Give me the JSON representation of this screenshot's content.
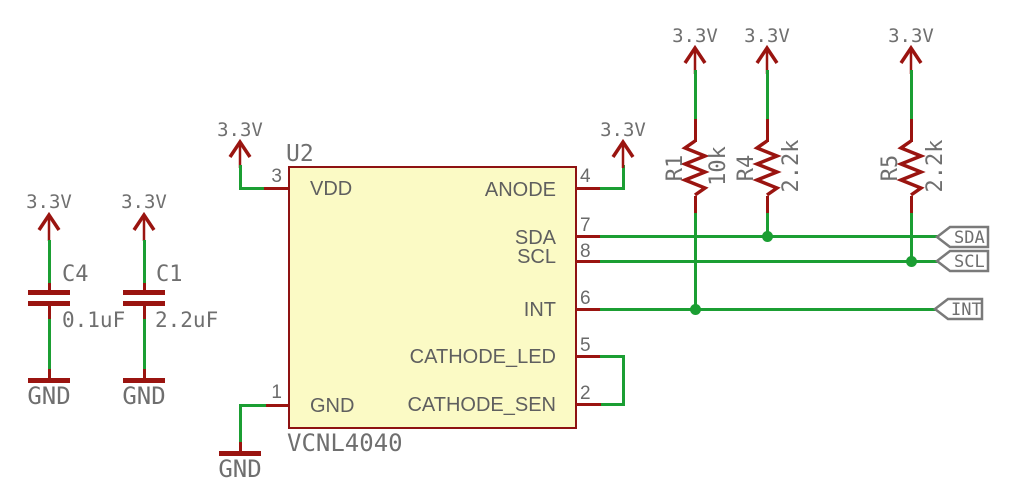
{
  "labels": {
    "v33": "3.3V",
    "gnd": "GND"
  },
  "capacitors": [
    {
      "ref": "C4",
      "value": "0.1uF"
    },
    {
      "ref": "C1",
      "value": "2.2uF"
    }
  ],
  "ic": {
    "ref": "U2",
    "part": "VCNL4040",
    "left_pins": [
      {
        "num": "3",
        "name": "VDD"
      },
      {
        "num": "1",
        "name": "GND"
      }
    ],
    "right_pins": [
      {
        "num": "4",
        "name": "ANODE"
      },
      {
        "num": "7",
        "name": "SDA"
      },
      {
        "num": "8",
        "name": "SCL"
      },
      {
        "num": "6",
        "name": "INT"
      },
      {
        "num": "5",
        "name": "CATHODE_LED"
      },
      {
        "num": "2",
        "name": "CATHODE_SEN"
      }
    ]
  },
  "resistors": [
    {
      "ref": "R1",
      "value": "10k",
      "pullup_net": "INT"
    },
    {
      "ref": "R4",
      "value": "2.2k",
      "pullup_net": "SDA"
    },
    {
      "ref": "R5",
      "value": "2.2k",
      "pullup_net": "SCL"
    }
  ],
  "net_flags": [
    {
      "label": "SDA"
    },
    {
      "label": "SCL"
    },
    {
      "label": "INT"
    }
  ],
  "colors": {
    "wire_green": "#1b9e33",
    "component_red": "#9a1410",
    "ic_fill": "#fbfac5",
    "ic_border": "#8e1212",
    "text_gray": "#6f6f6f",
    "flag_border": "#7a7a7a",
    "background": "#ffffff"
  }
}
